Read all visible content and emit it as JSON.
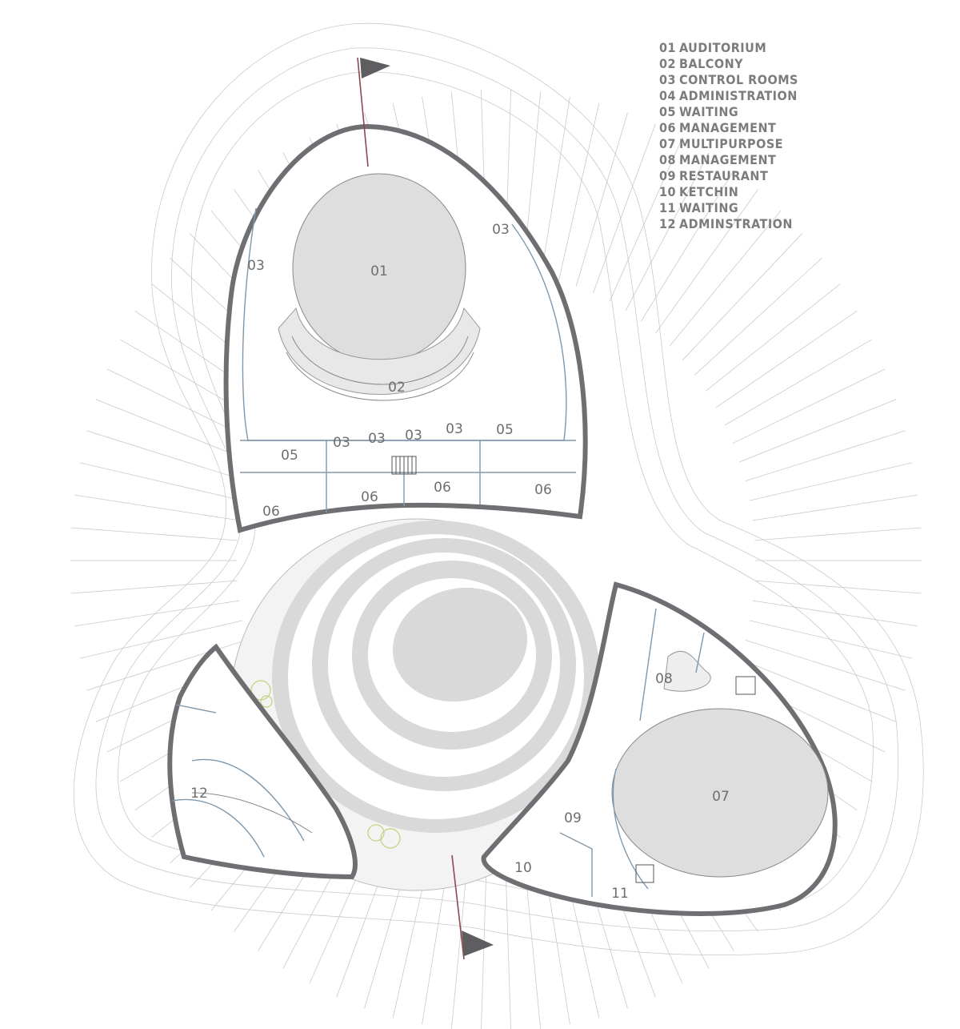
{
  "legend": [
    {
      "num": "01",
      "name": "AUDITORIUM"
    },
    {
      "num": "02",
      "name": "BALCONY"
    },
    {
      "num": "03",
      "name": "CONTROL ROOMS"
    },
    {
      "num": "04",
      "name": "ADMINISTRATION"
    },
    {
      "num": "05",
      "name": "WAITING"
    },
    {
      "num": "06",
      "name": "MANAGEMENT"
    },
    {
      "num": "07",
      "name": "MULTIPURPOSE"
    },
    {
      "num": "08",
      "name": "MANAGEMENT"
    },
    {
      "num": "09",
      "name": "RESTAURANT"
    },
    {
      "num": "10",
      "name": "KETCHIN"
    },
    {
      "num": "11",
      "name": "WAITING"
    },
    {
      "num": "12",
      "name": "ADMINSTRATION"
    }
  ],
  "rooms": {
    "r01": "01",
    "r02": "02",
    "r03_left": "03",
    "r03_right": "03",
    "r03_a": "03",
    "r03_b": "03",
    "r03_c": "03",
    "r03_d": "03",
    "r05_left": "05",
    "r05_right": "05",
    "r06_a": "06",
    "r06_b": "06",
    "r06_c": "06",
    "r06_d": "06",
    "r07": "07",
    "r08": "08",
    "r09": "09",
    "r10": "10",
    "r11": "11",
    "r12": "12"
  },
  "colors": {
    "wall": "#6f6f73",
    "floor_fill": "#e0e0e0",
    "grid": "#c9c9c9",
    "interior_lines": "#7f97ab",
    "north_arrow": "#8a4a50",
    "flag": "#5e5e60",
    "trees": "#c9cf7d"
  },
  "icons": [
    "north-arrow-flag-icon",
    "section-flag-icon",
    "tree-icon",
    "stair-icon"
  ]
}
